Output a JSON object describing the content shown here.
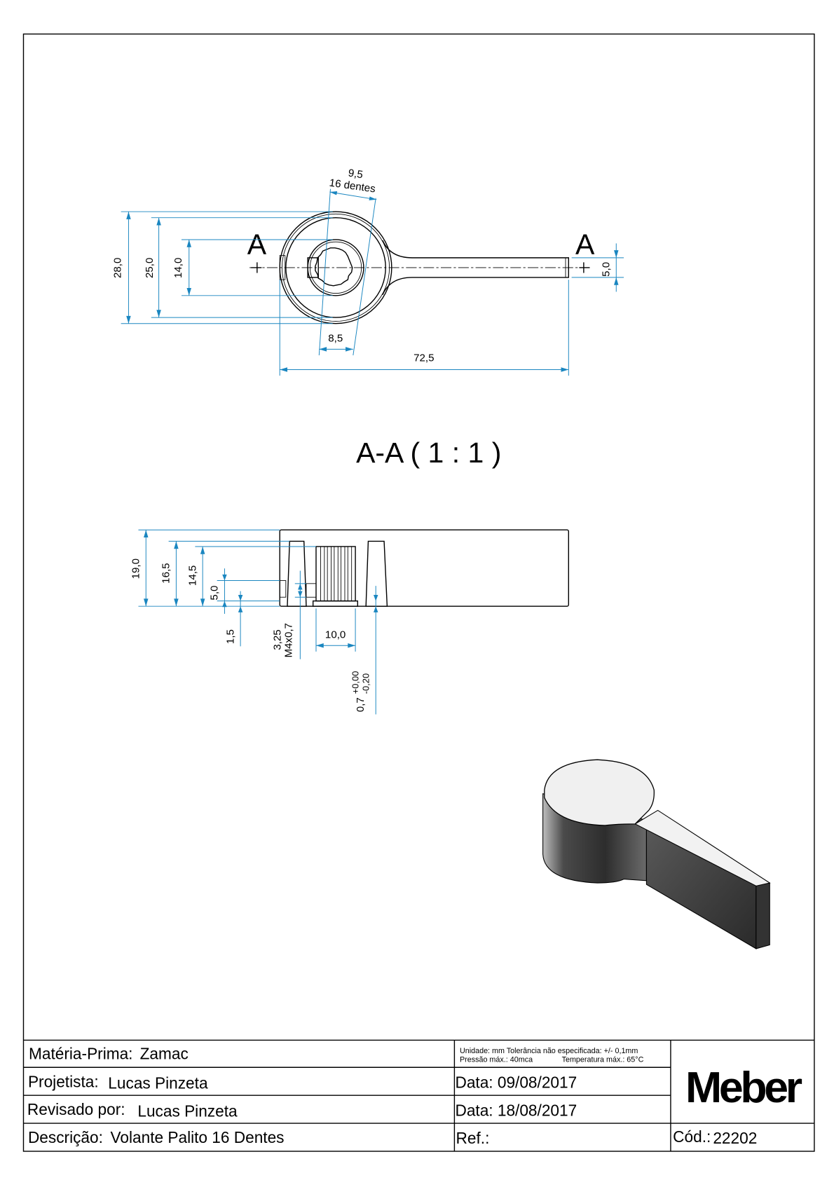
{
  "top_view": {
    "section_label_left": "A",
    "section_label_right": "A",
    "dims": {
      "teeth_width": "9,5",
      "teeth_count": "16 dentes",
      "outer_diameter": "28,0",
      "inner_ring_diameter": "25,0",
      "hub_diameter": "14,0",
      "bore": "8,5",
      "total_length": "72,5",
      "handle_width": "5,0"
    }
  },
  "section_view": {
    "title": "A-A ( 1 : 1 )",
    "dims": {
      "height": "19,0",
      "slot_depth": "16,5",
      "insert_depth": "14,5",
      "hole_height": "5,0",
      "hole_offset": "1,5",
      "thread_size": "3,25",
      "thread_spec": "M4x0,7",
      "insert_width": "10,0",
      "gap": "0,7",
      "tol_plus": "+0,00",
      "tol_minus": "-0,20"
    }
  },
  "title_block": {
    "material_label": "Matéria-Prima:",
    "material_value": "Zamac",
    "designer_label": "Projetista:",
    "designer_value": "Lucas Pinzeta",
    "reviewer_label": "Revisado por:",
    "reviewer_value": "Lucas Pinzeta",
    "description_label": "Descrição:",
    "description_value": "Volante Palito 16 Dentes",
    "notes_line1": "Unidade: mm Tolerância não especificada: +/- 0,1mm",
    "notes_line2_a": "Pressão máx.: 40mca",
    "notes_line2_b": "Temperatura máx.: 65°C",
    "date1": "Data: 09/08/2017",
    "date2": "Data: 18/08/2017",
    "ref_label": "Ref.:",
    "code_label": "Cód.:",
    "code_value": "22202",
    "logo": "Meber"
  },
  "colors": {
    "dimension": "#1a86c0",
    "section_fill": "#cfe8cc"
  }
}
